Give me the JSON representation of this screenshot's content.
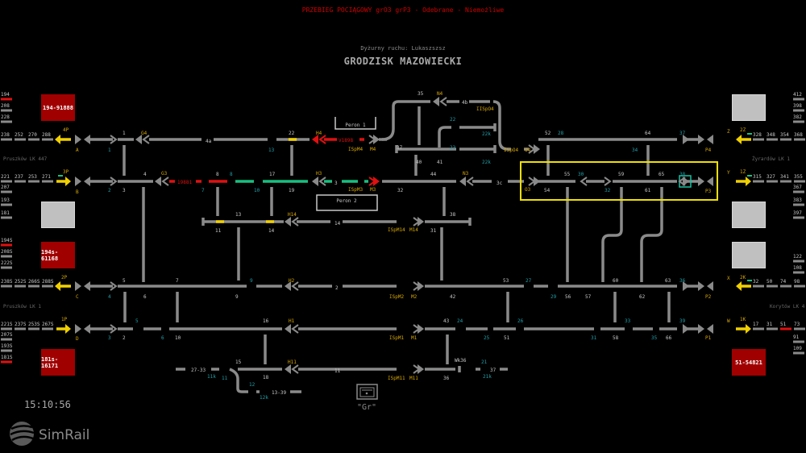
{
  "header": {
    "status_message": "PRZEBIEG POCIĄGOWY grO3 grP3 - Odebrane - Niemożliwe",
    "dispatcher": "Dyżurny ruchu: Lukaszszsz",
    "station_name": "GRODZISK MAZOWIECKI"
  },
  "clock": "15:10:56",
  "logo": {
    "text": "SimRail",
    "icon": "simrail-logo-icon"
  },
  "colors": {
    "track": "#8a8a8a",
    "occupied": "#e01010",
    "route_set": "#18c080",
    "signal_label": "#d8a800",
    "point_label": "#20a0a8",
    "arrow_yellow": "#f0d000",
    "highlight": "#f0e000",
    "text": "#c8c8c8",
    "train_box": "#a00000"
  },
  "train_boxes": [
    {
      "label": "194-91888"
    },
    {
      "label": "194s-61168"
    },
    {
      "label": "181s-16171"
    },
    {
      "label": "51-54821"
    }
  ],
  "labels": {
    "left_line_upper": "Pruszków LK 447",
    "left_line_lower": "Pruszków LK 1",
    "right_line_upper": "Żyrardów LK 1",
    "right_line_lower": "Korytów LK 4",
    "platform_1": "Peron 1",
    "platform_2": "Peron 2",
    "gr_button": "\"Gr\""
  },
  "block_sections": {
    "left_4P": [
      "238",
      "252",
      "270",
      "288"
    ],
    "left_4P_above": [
      "194",
      "208",
      "228"
    ],
    "left_3P": [
      "221",
      "237",
      "253",
      "271"
    ],
    "left_3P_below": [
      "207",
      "193",
      "181"
    ],
    "left_2P": [
      "238S",
      "252S",
      "266S",
      "288S"
    ],
    "left_2P_above": [
      "194S",
      "208S",
      "222S"
    ],
    "left_1P": [
      "221S",
      "237S",
      "253S",
      "267S"
    ],
    "left_1P_below": [
      "207S",
      "193S",
      "181S"
    ],
    "right_2Z": [
      "328",
      "348",
      "354",
      "368"
    ],
    "right_2Z_above": [
      "412",
      "398",
      "382"
    ],
    "right_1Z": [
      "315",
      "327",
      "341",
      "355"
    ],
    "right_1Z_below": [
      "367",
      "383",
      "397"
    ],
    "right_2K": [
      "32",
      "50",
      "74",
      "98"
    ],
    "right_2K_above": [
      "122",
      "108"
    ],
    "right_1K": [
      "17",
      "31",
      "51",
      "73"
    ],
    "right_1K_below": [
      "91",
      "109"
    ]
  },
  "signals": {
    "entry_left": [
      "4P",
      "3P",
      "2P",
      "1P"
    ],
    "entry_left_heads": [
      "A",
      "B",
      "C",
      "D"
    ],
    "entry_right": [
      "2Z",
      "1Z",
      "2K",
      "1K"
    ],
    "entry_right_heads": [
      "Z",
      "Y",
      "X",
      "W"
    ],
    "station": [
      "G4",
      "G3",
      "H4",
      "H3",
      "H14",
      "H2",
      "H1",
      "H11",
      "M4",
      "M3",
      "M14",
      "M2",
      "M1",
      "M11",
      "N4",
      "N3",
      "O4",
      "O3",
      "P4",
      "P3",
      "P2",
      "P1"
    ],
    "shunt": [
      "ISpM4",
      "ISpM3",
      "ISpM14",
      "ISpM2",
      "ISpM1",
      "ISpM11",
      "IISpO4",
      "ISpO4"
    ]
  },
  "track_labels": {
    "main": [
      "4a",
      "4b",
      "3",
      "3c",
      "14",
      "2",
      "11",
      "V1898",
      "19881",
      "27-33",
      "13-39",
      "Wk36"
    ],
    "points_cyan": [
      "1",
      "2",
      "3",
      "4",
      "5",
      "6",
      "7",
      "8",
      "9",
      "10",
      "11",
      "12",
      "13",
      "21",
      "22",
      "23",
      "24",
      "25",
      "26",
      "27",
      "28",
      "29",
      "30",
      "31",
      "32",
      "33",
      "34",
      "35",
      "36",
      "37",
      "38",
      "39",
      "11k",
      "12k",
      "21k",
      "22k"
    ],
    "sections_white": [
      "1",
      "2",
      "3",
      "4",
      "5",
      "6",
      "7",
      "8",
      "9",
      "10",
      "11",
      "13",
      "14",
      "15",
      "16",
      "17",
      "18",
      "19",
      "22",
      "31",
      "32",
      "35",
      "36",
      "37",
      "38",
      "40",
      "41",
      "42",
      "43",
      "44",
      "51",
      "52",
      "53",
      "54",
      "55",
      "56",
      "57",
      "58",
      "59",
      "60",
      "61",
      "62",
      "63",
      "64",
      "65",
      "66"
    ]
  },
  "routes": {
    "highlighted": "O3 → P3"
  }
}
